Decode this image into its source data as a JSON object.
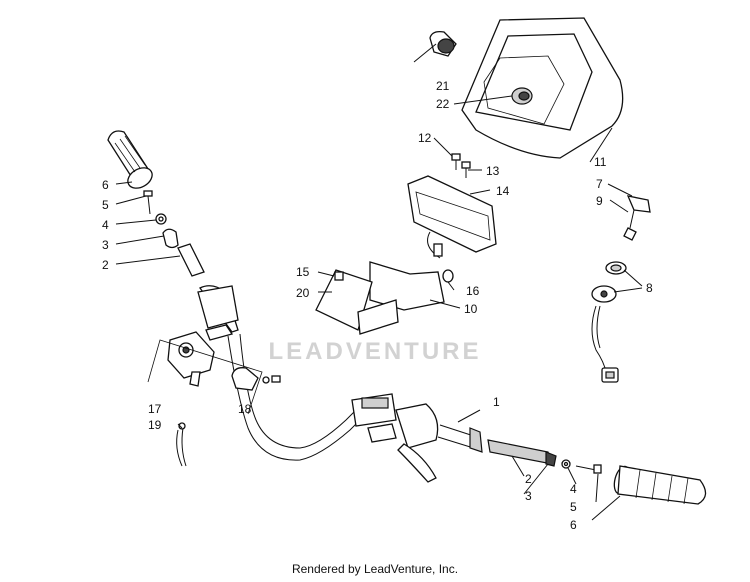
{
  "watermark": "LEADVENTURE",
  "footer": "Rendered by LeadVenture, Inc.",
  "callouts": [
    "1",
    "2",
    "2",
    "3",
    "3",
    "4",
    "4",
    "5",
    "5",
    "6",
    "6",
    "7",
    "8",
    "9",
    "10",
    "11",
    "12",
    "13",
    "14",
    "15",
    "16",
    "17",
    "18",
    "19",
    "20",
    "21",
    "22"
  ]
}
